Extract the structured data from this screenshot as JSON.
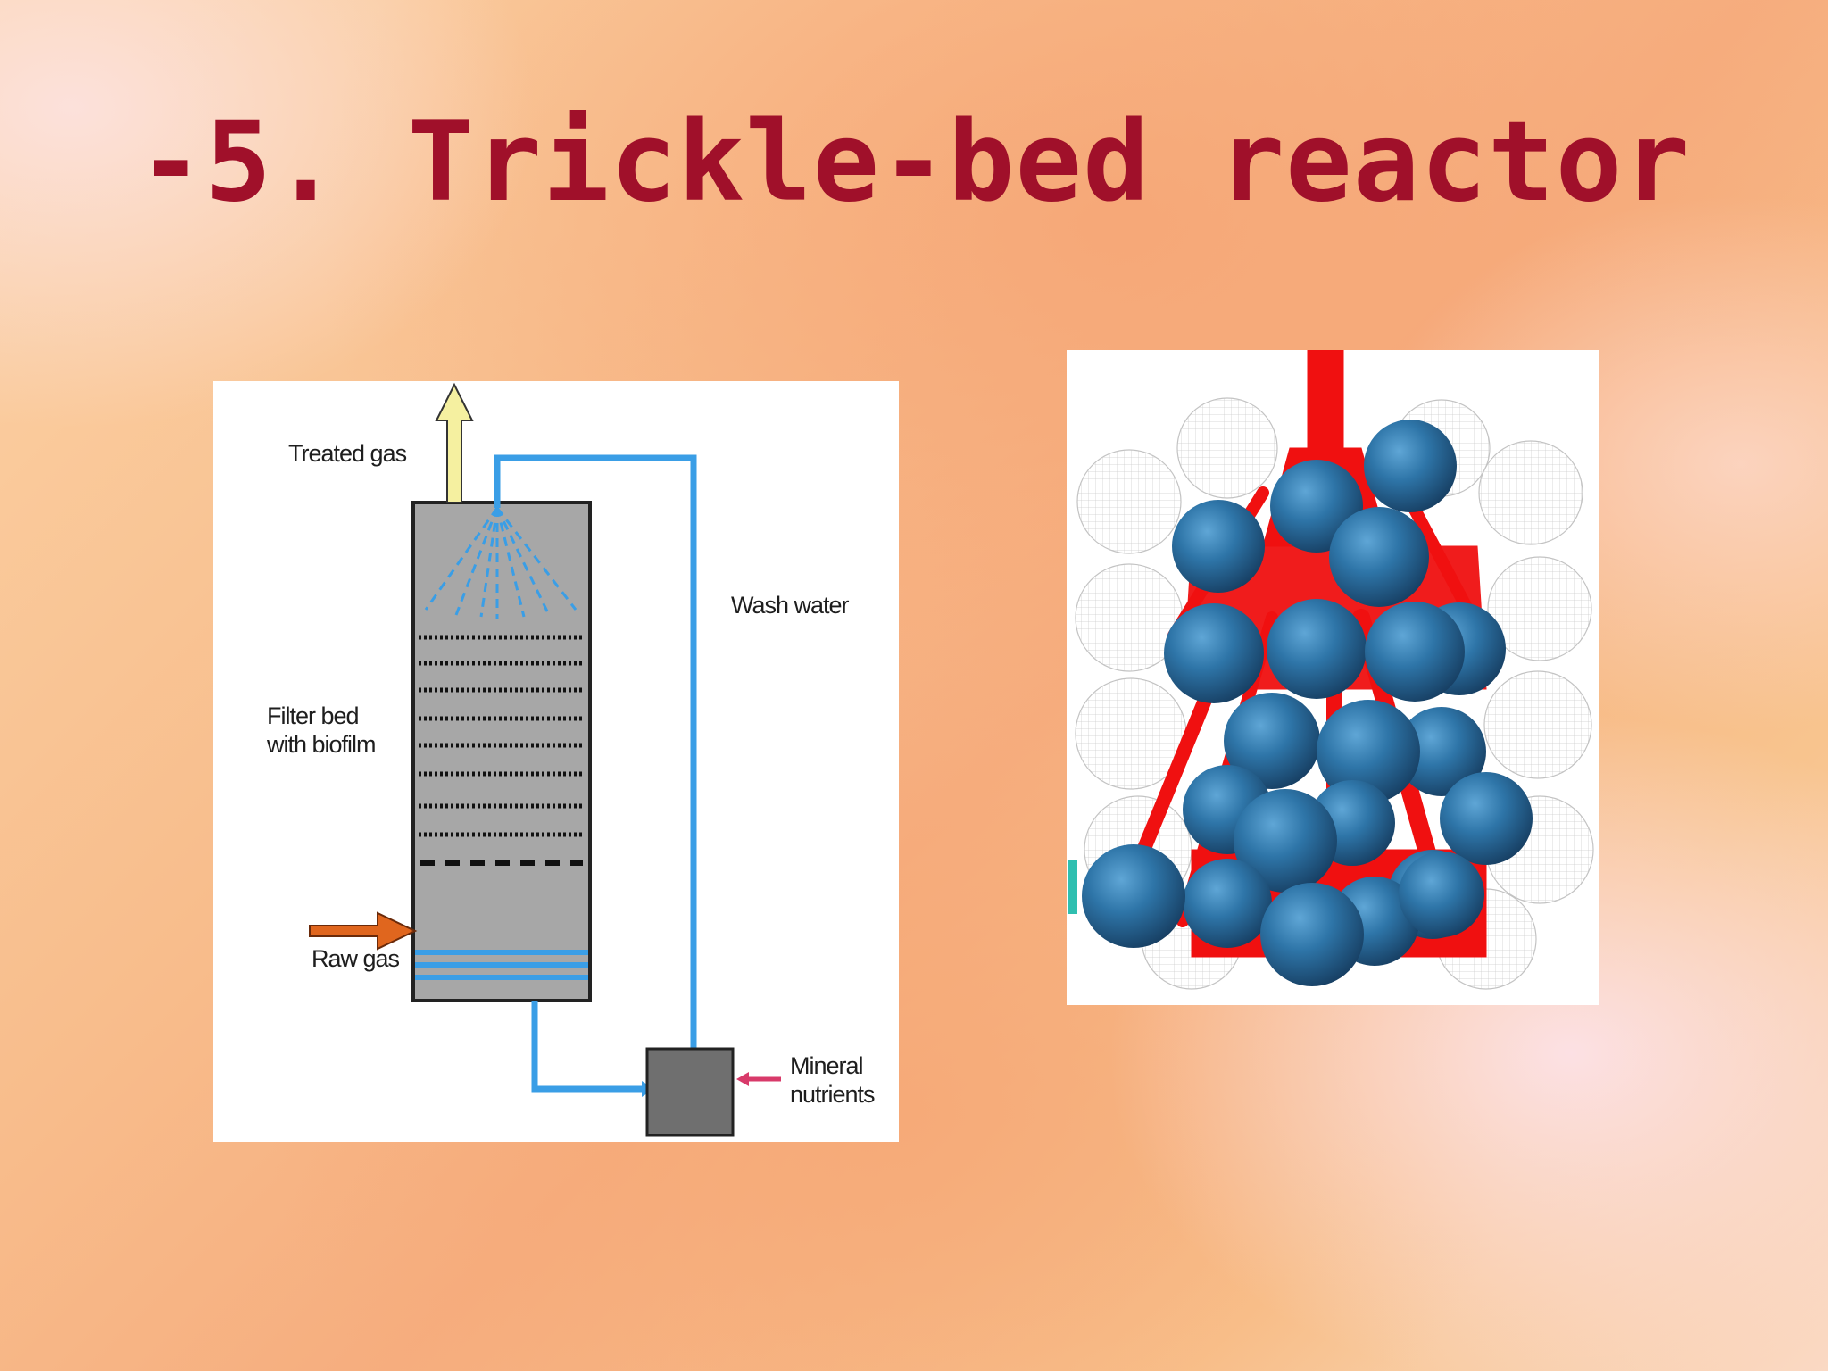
{
  "slide": {
    "title": "-5. Trickle-bed reactor"
  },
  "diagram": {
    "labels": {
      "treated_gas": "Treated gas",
      "wash_water": "Wash water",
      "filter_bed_line1": "Filter bed",
      "filter_bed_line2": "with biofilm",
      "raw_gas": "Raw gas",
      "mineral_line1": "Mineral",
      "mineral_line2": "nutrients"
    }
  },
  "colors": {
    "title": "#a0102a",
    "water_pipe": "#3a9ee6",
    "column_fill": "#a7a7a7",
    "raw_gas_arrow": "#e0661e",
    "treated_gas_arrow": "#f5f0a0",
    "nutrient_arrow": "#d83a6a",
    "sphere": "#1f5c8a",
    "liquid_film": "#f01010"
  }
}
